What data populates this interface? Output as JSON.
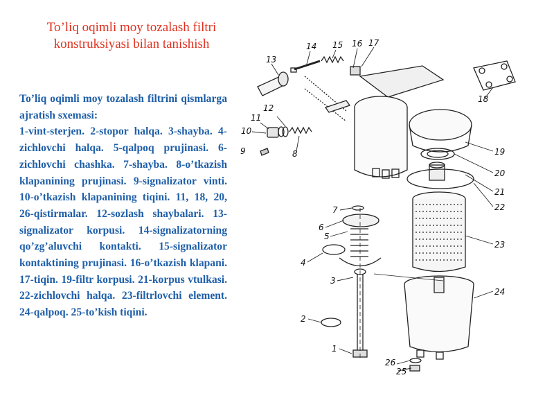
{
  "title_line1": "To’liq oqimli moy tozalash filtri",
  "title_line2": "konstruksiyasi bilan tanishish",
  "description_heading": "To’liq oqimli moy tozalash filtrini qismlarga ajratish sxemasi:",
  "description_parts": "1-vint-sterjen. 2-stopor halqa. 3-shayba. 4-zichlovchi halqa. 5-qalpoq prujinasi. 6-zichlovchi chashka. 7-shayba. 8-o’tkazish klapanining prujinasi. 9-signalizator vinti. 10-o’tkazish klapanining tiqini. 11, 18, 20, 26-qistirmalar. 12-sozlash shaybalari. 13-signalizator korpusi. 14-signalizatorning qo’zg’aluvchi kontakti. 15-signalizator kontaktining prujinasi. 16-o’tkazish klapani. 17-tiqin. 19-filtr korpusi. 21-korpus vtulkasi. 22-zichlovchi halqa. 23-filtrlovchi element. 24-qalpoq. 25-to’kish tiqini.",
  "diagram_labels": [
    "1",
    "2",
    "3",
    "4",
    "5",
    "6",
    "7",
    "8",
    "9",
    "10",
    "11",
    "12",
    "13",
    "14",
    "15",
    "16",
    "17",
    "18",
    "19",
    "20",
    "21",
    "22",
    "23",
    "24",
    "25",
    "26"
  ]
}
